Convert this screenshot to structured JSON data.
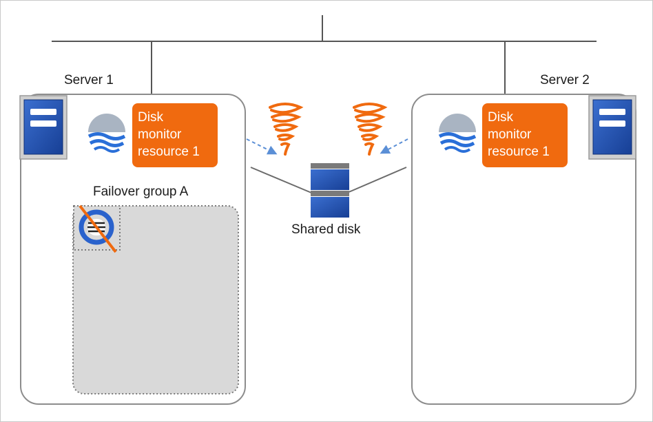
{
  "servers": [
    {
      "name": "Server 1"
    },
    {
      "name": "Server 2"
    }
  ],
  "resources": {
    "server1": {
      "line1": "Disk",
      "line2": "monitor",
      "line3": "resource 1"
    },
    "server2": {
      "line1": "Disk",
      "line2": "monitor",
      "line3": "resource 1"
    }
  },
  "failover_group": {
    "label": "Failover group A"
  },
  "shared_disk": {
    "label": "Shared disk"
  },
  "colors": {
    "orange": "#f06a0f",
    "server_blue": "#1f4fa8",
    "frame_gray": "#8c8c8c",
    "group_fill": "#d9d9d9",
    "arrow_blue": "#5b8fd6"
  },
  "icons": [
    "server-icon",
    "disk-monitor-icon",
    "failed-resource-icon",
    "fault-spiral-icon",
    "shared-disk-icon"
  ]
}
